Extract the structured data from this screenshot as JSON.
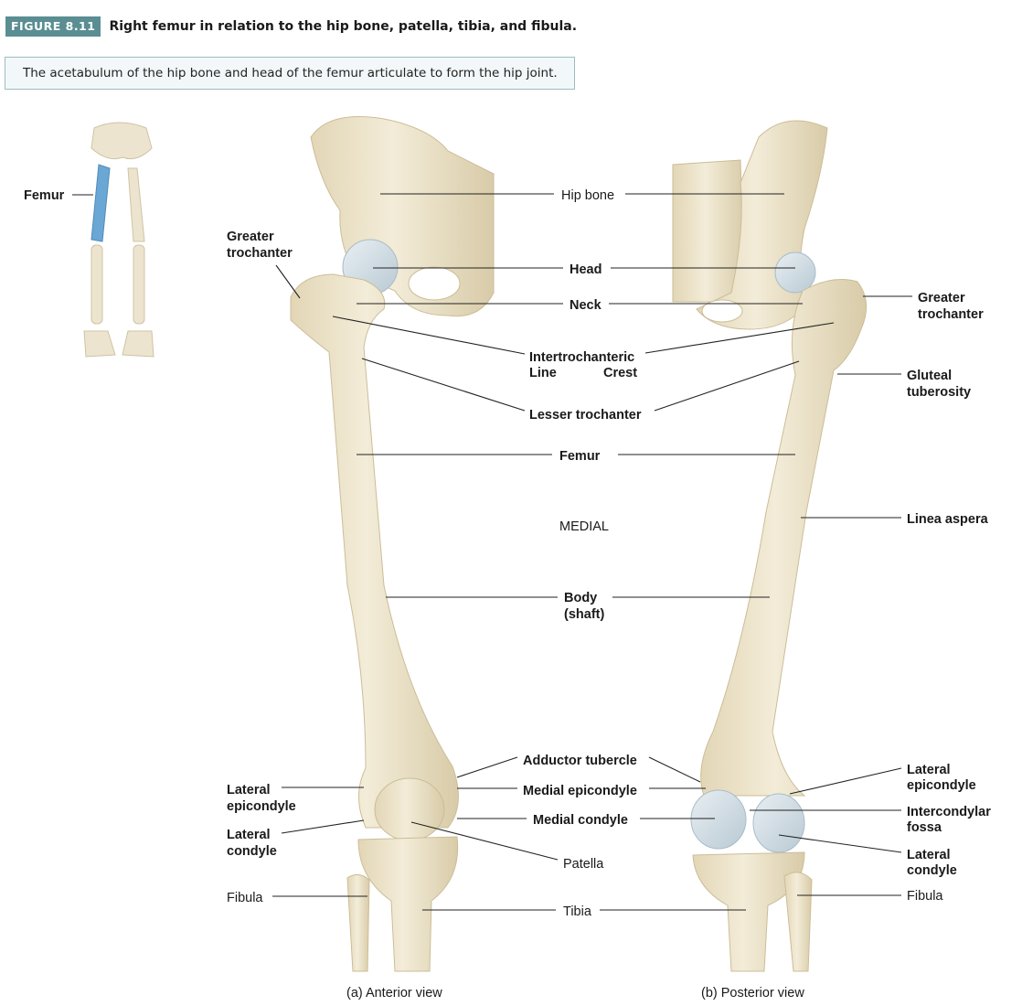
{
  "figure": {
    "number": "FIGURE 8.11",
    "title": "Right femur in relation to the hip bone, patella, tibia, and fibula.",
    "note": "The acetabulum of the hip bone and head of the femur articulate to form the hip joint."
  },
  "inset": {
    "femur": "Femur"
  },
  "labels": {
    "greater_trochanter_1": "Greater",
    "greater_trochanter_2": "trochanter",
    "hip_bone": "Hip bone",
    "head": "Head",
    "neck": "Neck",
    "intertrochanteric": "Intertrochanteric",
    "line": "Line",
    "crest": "Crest",
    "lesser_trochanter": "Lesser trochanter",
    "femur": "Femur",
    "medial": "MEDIAL",
    "body_1": "Body",
    "body_2": "(shaft)",
    "adductor_tubercle": "Adductor tubercle",
    "medial_epicondyle": "Medial epicondyle",
    "medial_condyle": "Medial condyle",
    "patella": "Patella",
    "tibia": "Tibia",
    "lateral": "Lateral",
    "epicondyle": "epicondyle",
    "condyle": "condyle",
    "fibula": "Fibula",
    "gluteal": "Gluteal",
    "tuberosity": "tuberosity",
    "linea_aspera": "Linea aspera",
    "intercondylar": "Intercondylar",
    "fossa": "fossa"
  },
  "captions": {
    "anterior": "(a) Anterior view",
    "posterior": "(b) Posterior view"
  },
  "colors": {
    "bone": "#ebe1c6",
    "bone_shadow": "#d4c7a3",
    "cartilage": "#c9d7df",
    "highlight_femur": "#6ba7d4",
    "badge": "#5a8e92"
  }
}
